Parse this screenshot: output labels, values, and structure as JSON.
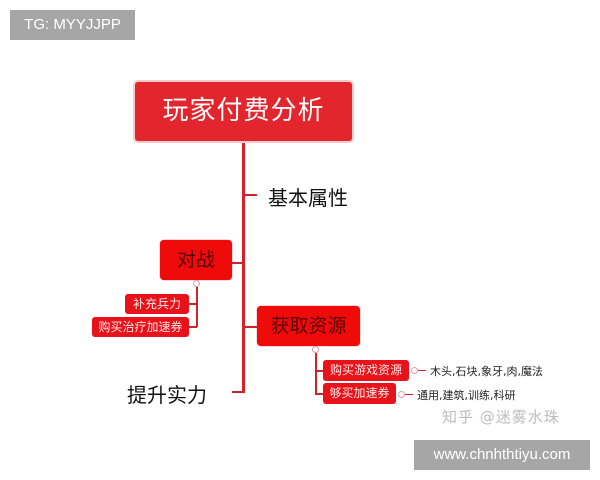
{
  "watermarks": {
    "top_tag": "TG: MYYJJPP",
    "bottom_tag": "www.chnhthtiyu.com",
    "zhihu_credit": "知乎 @迷雾水珠"
  },
  "mindmap": {
    "root": "玩家付费分析",
    "branches": [
      {
        "label": "基本属性",
        "style": "plain"
      },
      {
        "label": "对战",
        "style": "red-box",
        "children": [
          {
            "label": "补充兵力"
          },
          {
            "label": "购买治疗加速券"
          }
        ]
      },
      {
        "label": "获取资源",
        "style": "red-box",
        "children": [
          {
            "label": "购买游戏资源",
            "detail": "木头,石块,象牙,肉,魔法"
          },
          {
            "label": "够买加速券",
            "detail": "通用,建筑,训练,科研"
          }
        ]
      },
      {
        "label": "提升实力",
        "style": "plain"
      }
    ]
  },
  "colors": {
    "root_fill": "#e3262e",
    "node_fill": "#f00b0b",
    "connector": "#d2232a",
    "watermark_bg": "#a6a6a6"
  }
}
